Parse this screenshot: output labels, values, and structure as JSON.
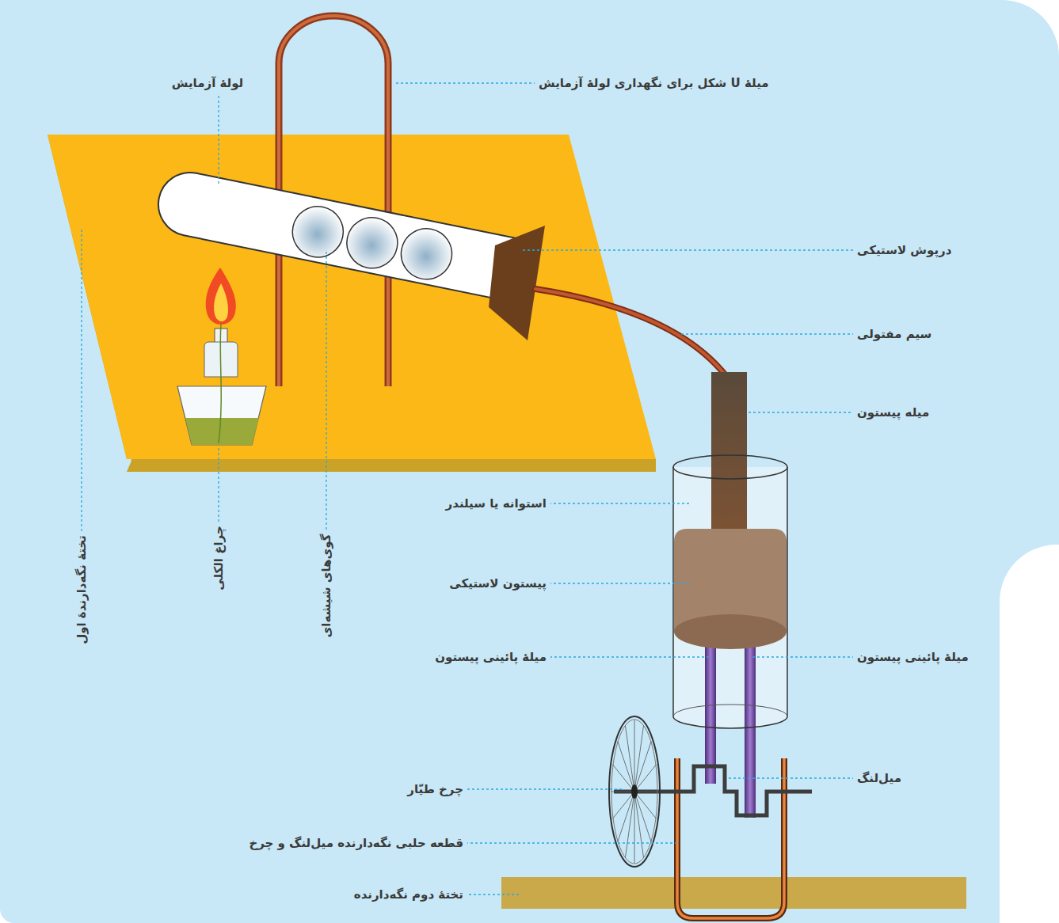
{
  "diagram": {
    "labels": [
      "لولهٔ آزمایش",
      "میلهٔ U شکل برای نگهداری لولهٔ آزمایش",
      "درپوش لاستیکی",
      "سیم مفتولی",
      "میله پیستون",
      "استوانه یا سیلندر",
      "پیستون لاستیکی",
      "میلهٔ پائینی پیستون",
      "میلهٔ پائینی پیستون",
      "میل‌لنگ",
      "چرخ طیّار",
      "قطعه حلبی نگه‌دارنده میل‌لنگ و چرخ",
      "تختهٔ دوم نگه‌دارنده",
      "تختهٔ نگه‌دارندهٔ اول",
      "چراغ الکلی",
      "گوی‌های شیشه‌ای"
    ]
  }
}
